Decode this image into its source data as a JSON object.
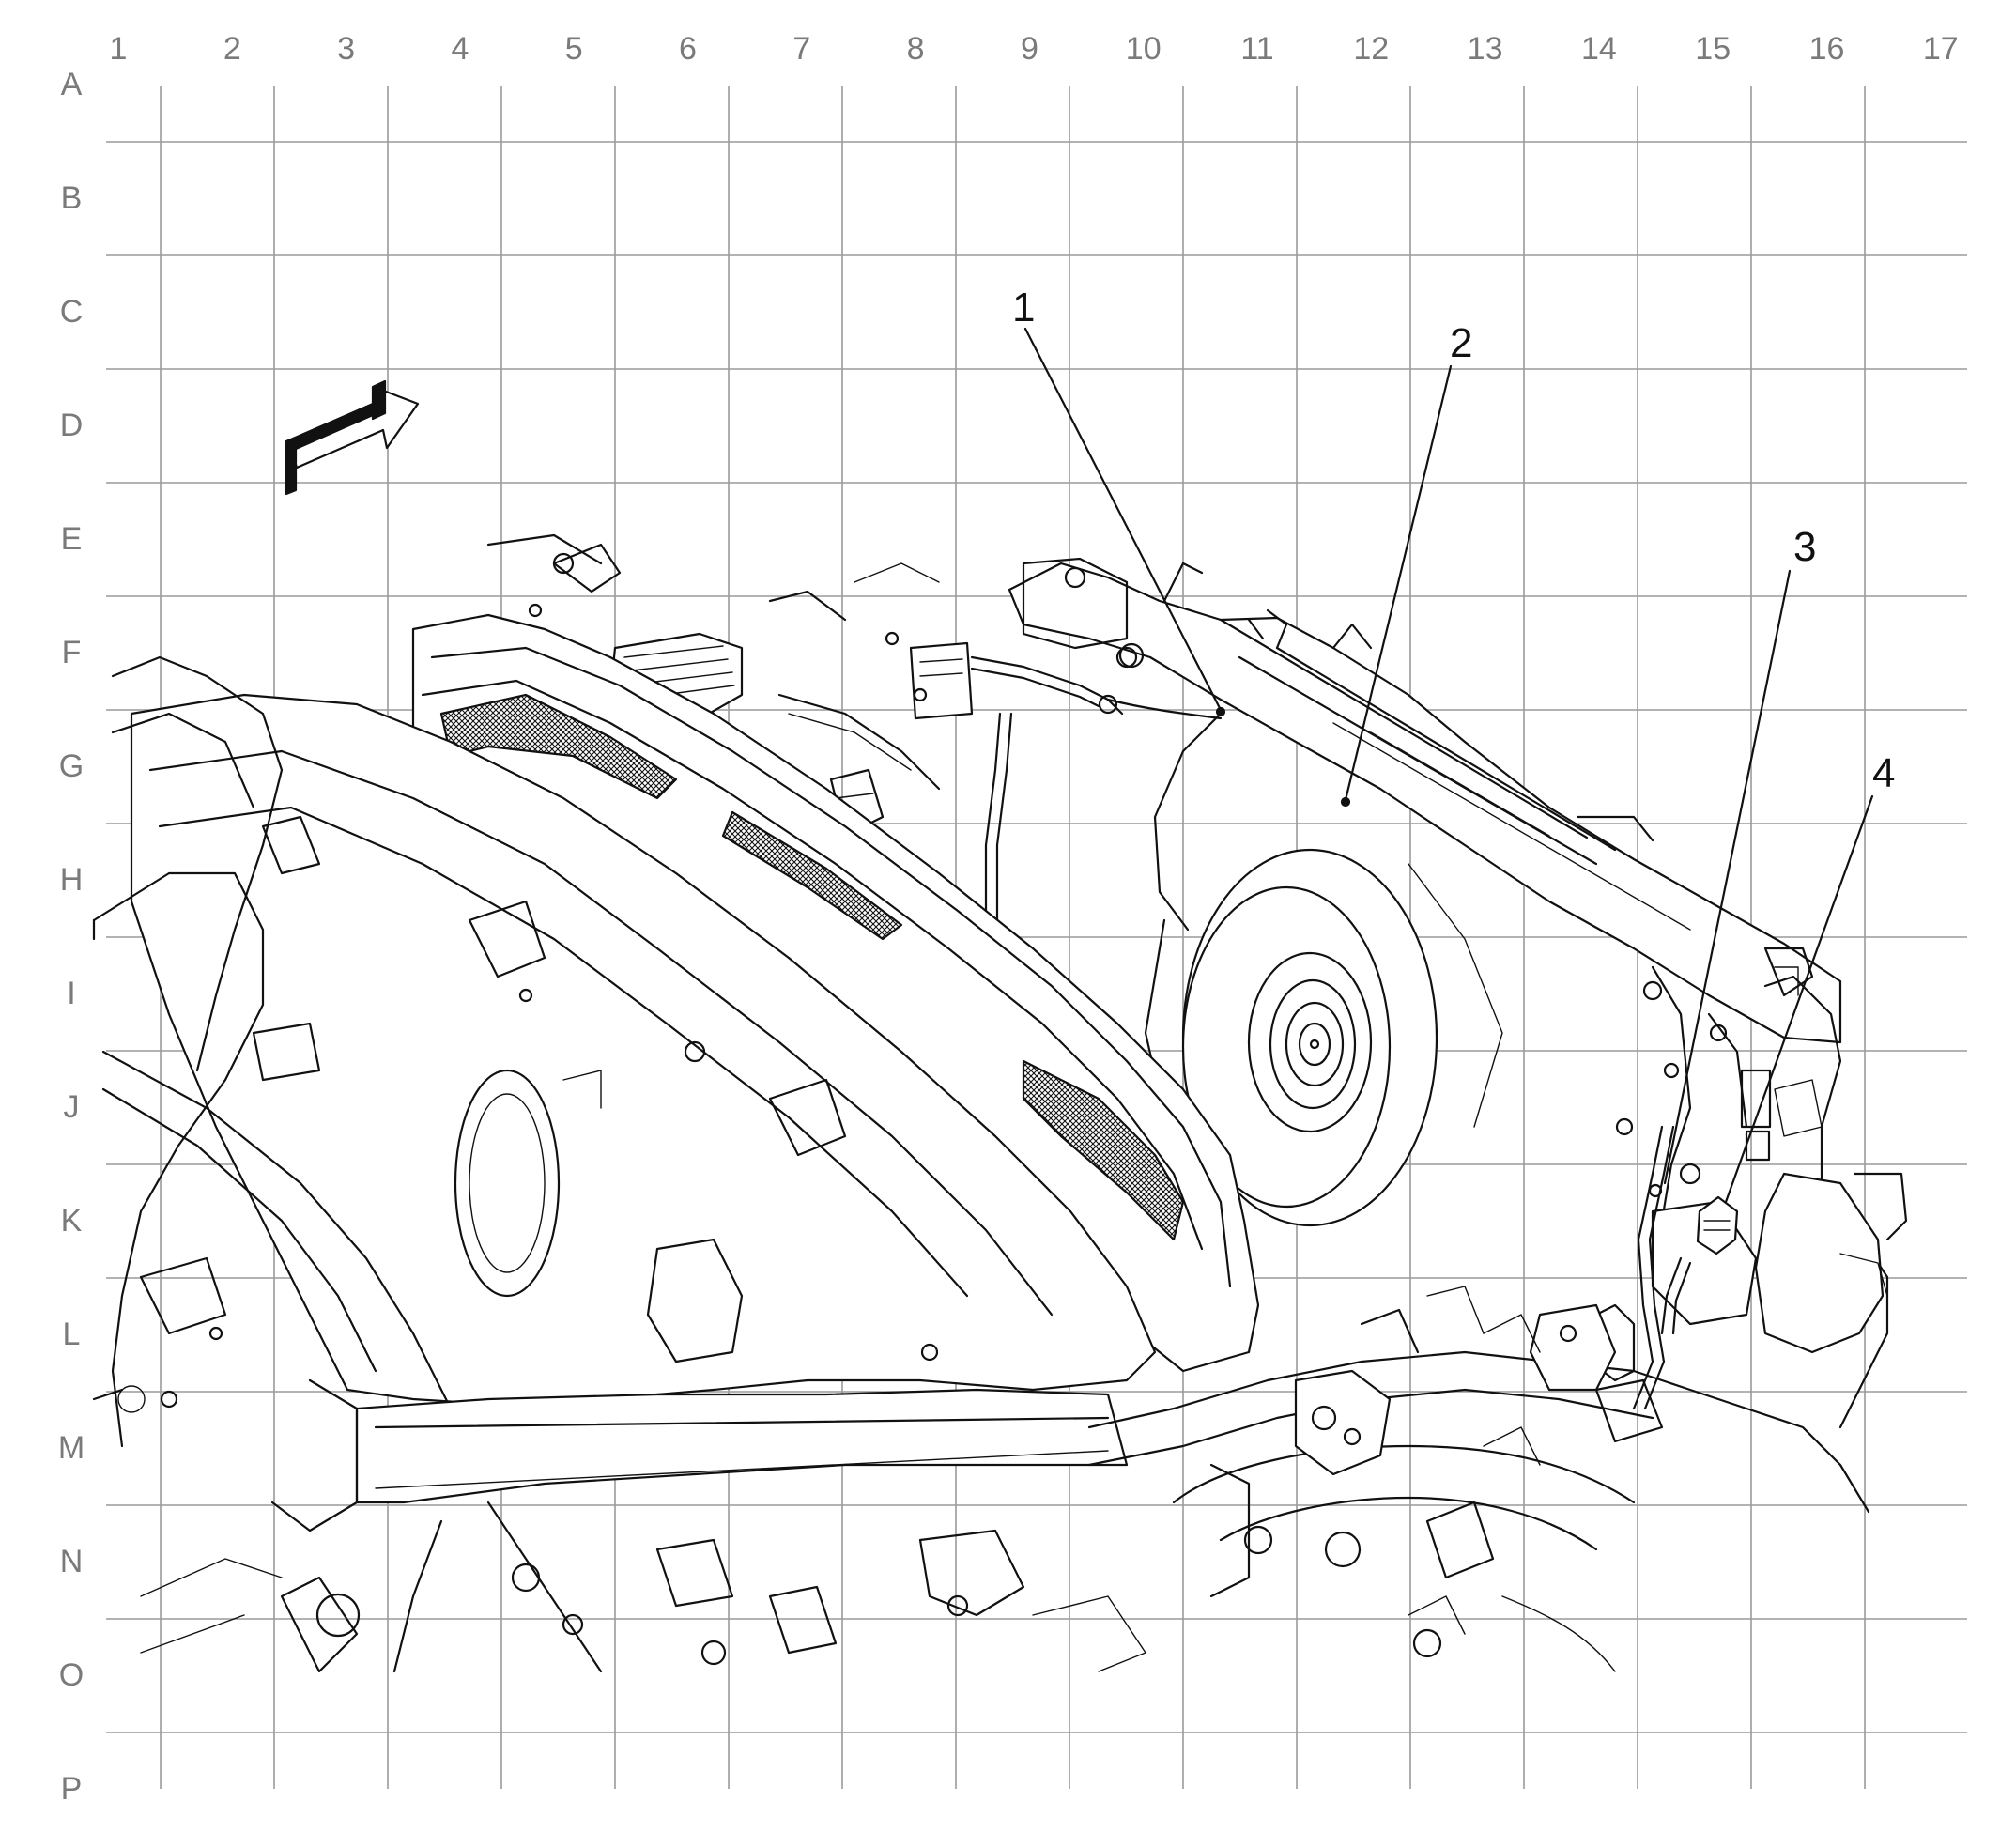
{
  "grid": {
    "columns": [
      "1",
      "2",
      "3",
      "4",
      "5",
      "6",
      "7",
      "8",
      "9",
      "10",
      "11",
      "12",
      "13",
      "14",
      "15",
      "16",
      "17"
    ],
    "rows": [
      "A",
      "B",
      "C",
      "D",
      "E",
      "F",
      "G",
      "H",
      "I",
      "J",
      "K",
      "L",
      "M",
      "N",
      "O",
      "P"
    ]
  },
  "callouts": [
    {
      "id": "1",
      "label": "1"
    },
    {
      "id": "2",
      "label": "2"
    },
    {
      "id": "3",
      "label": "3"
    },
    {
      "id": "4",
      "label": "4"
    }
  ],
  "direction_arrow": {
    "icon": "front-direction-arrow-icon"
  },
  "colors": {
    "grid": "#9a9a9a",
    "linework": "#111111",
    "labels": "#7a7a7a",
    "background": "#ffffff"
  }
}
